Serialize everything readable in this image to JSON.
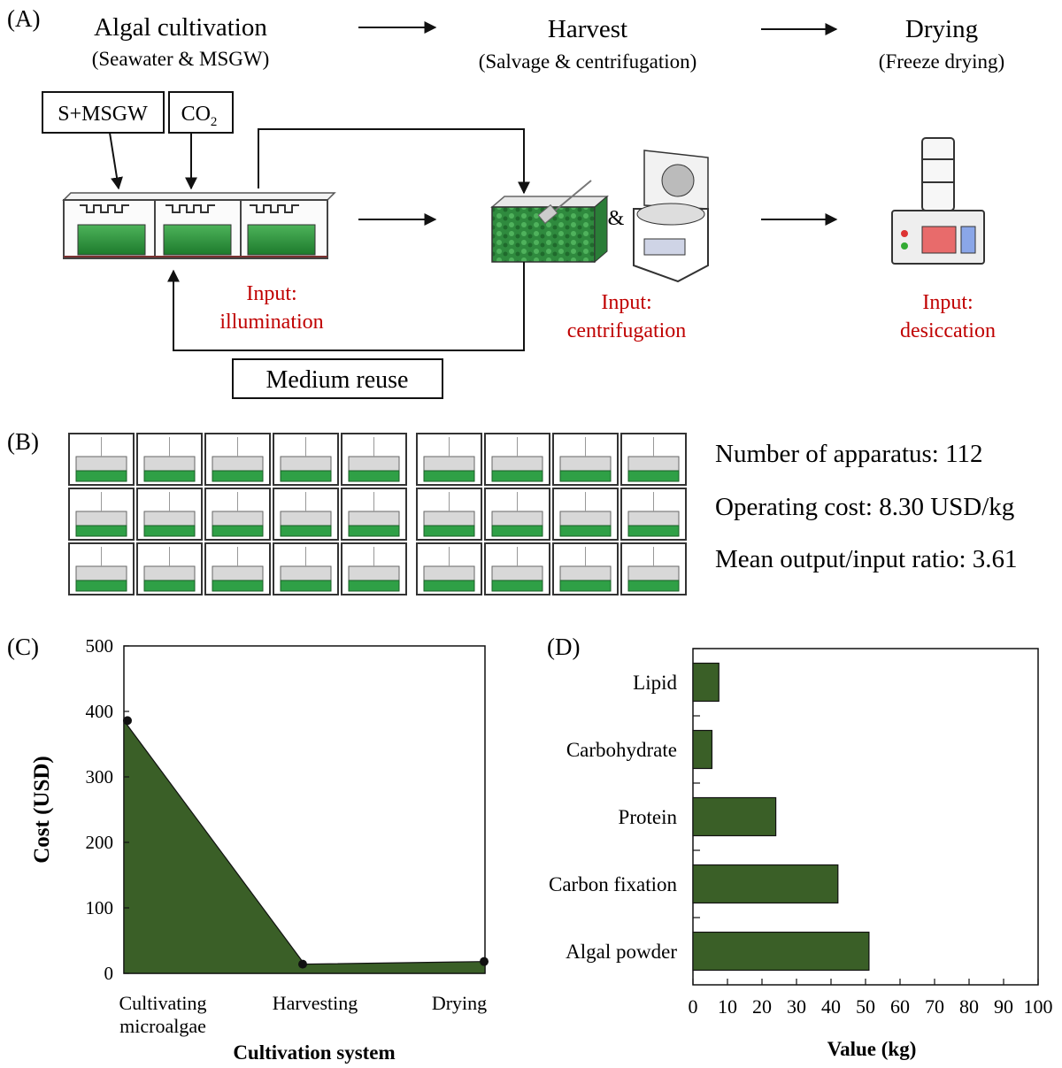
{
  "panel_a": {
    "label": "(A)",
    "stages": [
      {
        "title": "Algal cultivation",
        "subtitle": "(Seawater & MSGW)"
      },
      {
        "title": "Harvest",
        "subtitle": "(Salvage & centrifugation)"
      },
      {
        "title": "Drying",
        "subtitle": "(Freeze drying)"
      }
    ],
    "box_smsgw": "S+MSGW",
    "box_co2_main": "CO",
    "box_co2_sub": "2",
    "amp": "&",
    "inputs": [
      {
        "line1": "Input:",
        "line2": "illumination"
      },
      {
        "line1": "Input:",
        "line2": "centrifugation"
      },
      {
        "line1": "Input:",
        "line2": "desiccation"
      }
    ],
    "medium_reuse": "Medium reuse",
    "input_color": "#c00000"
  },
  "panel_b": {
    "label": "(B)",
    "stats": [
      "Number of apparatus: 112",
      "Operating cost: 8.30 USD/kg",
      "Mean output/input ratio: 3.61"
    ]
  },
  "chart_data": [
    {
      "panel": "(C)",
      "type": "area",
      "categories": [
        "Cultivating microalgae",
        "Harvesting",
        "Drying"
      ],
      "category_lines": [
        [
          "Cultivating",
          "microalgae"
        ],
        [
          "Harvesting"
        ],
        [
          "Drying"
        ]
      ],
      "values": [
        386,
        14,
        18
      ],
      "xlabel": "Cultivation system",
      "ylabel": "Cost  (USD)",
      "ylim": [
        0,
        500
      ],
      "yticks": [
        0,
        100,
        200,
        300,
        400,
        500
      ],
      "grid": false,
      "color": "#3a5f27"
    },
    {
      "panel": "(D)",
      "type": "bar",
      "orientation": "horizontal",
      "categories": [
        "Lipid",
        "Carbohydrate",
        "Protein",
        "Carbon fixation",
        "Algal powder"
      ],
      "values": [
        7.5,
        5.5,
        24,
        42,
        51
      ],
      "xlabel": "Value (kg)",
      "xlim": [
        0,
        100
      ],
      "xticks": [
        0,
        10,
        20,
        30,
        40,
        50,
        60,
        70,
        80,
        90,
        100
      ],
      "grid": false,
      "color": "#3a5f27"
    }
  ]
}
